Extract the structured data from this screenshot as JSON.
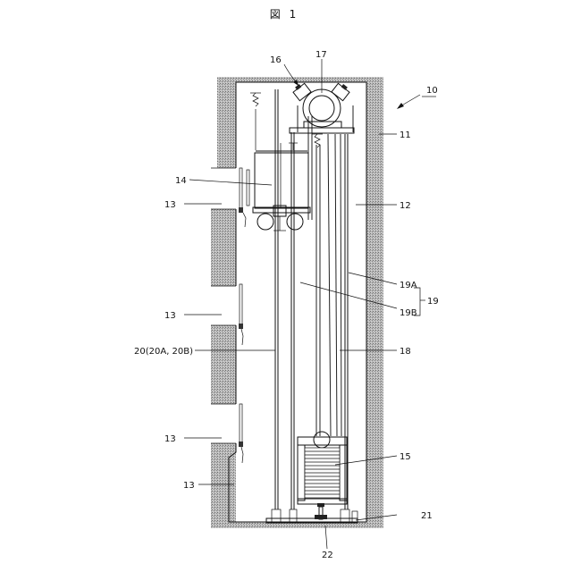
{
  "figure": {
    "title": "図 1"
  },
  "labels": {
    "l10": "10",
    "l11": "11",
    "l12": "12",
    "l13a": "13",
    "l13b": "13",
    "l13c": "13",
    "l13d": "13",
    "l14": "14",
    "l15": "15",
    "l16": "16",
    "l17": "17",
    "l18": "18",
    "l19": "19",
    "l19a": "19A",
    "l19b": "19B",
    "l20": "20(20A, 20B)",
    "l21": "21",
    "l22": "22"
  },
  "colors": {
    "line": "#111111",
    "wall_hatch": "#9a9a9a",
    "background": "#ffffff"
  }
}
